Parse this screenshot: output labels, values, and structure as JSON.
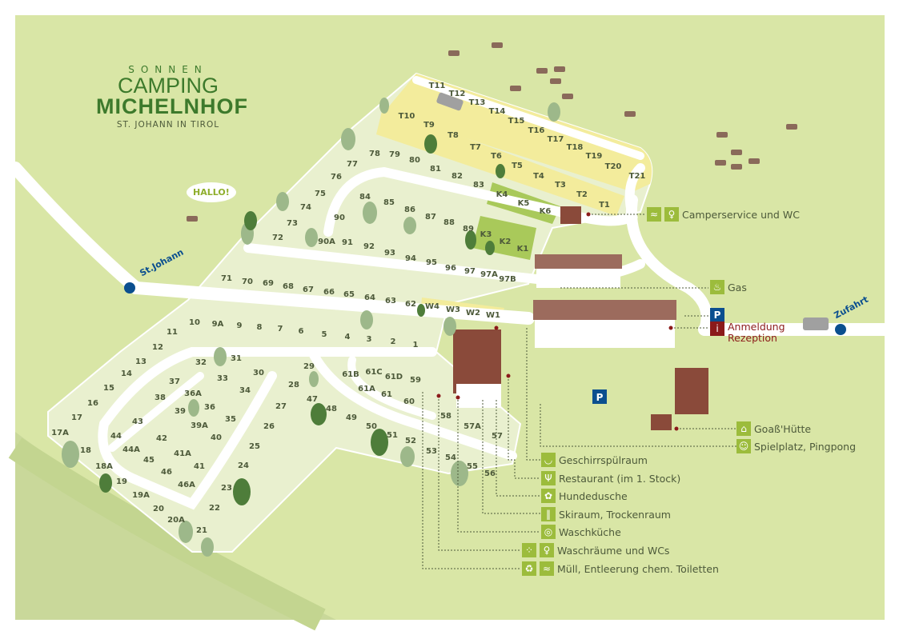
{
  "logo": {
    "sonnen": "SONNEN",
    "camping": "CAMPING",
    "michelnhof": "MICHELNHOF",
    "location": "ST. JOHANN IN TIROL"
  },
  "speech_bubble": "HALLO!",
  "places": {
    "st_johann": "St.Johann",
    "zufahrt": "Zufahrt"
  },
  "pitches": [
    "T11",
    "T12",
    "T13",
    "T14",
    "T15",
    "T16",
    "T17",
    "T18",
    "T19",
    "T20",
    "T21",
    "T10",
    "T9",
    "T8",
    "T7",
    "T6",
    "T5",
    "T4",
    "T3",
    "T2",
    "T1",
    "K4",
    "K5",
    "K6",
    "K3",
    "K2",
    "K1",
    "78",
    "79",
    "80",
    "81",
    "82",
    "83",
    "77",
    "76",
    "75",
    "74",
    "73",
    "72",
    "84",
    "85",
    "86",
    "87",
    "88",
    "89",
    "90",
    "90A",
    "91",
    "92",
    "93",
    "94",
    "95",
    "96",
    "97",
    "97A",
    "97B",
    "71",
    "70",
    "69",
    "68",
    "67",
    "66",
    "65",
    "64",
    "63",
    "62",
    "W4",
    "W3",
    "W2",
    "W1",
    "11",
    "10",
    "9A",
    "9",
    "8",
    "7",
    "6",
    "5",
    "4",
    "3",
    "2",
    "1",
    "12",
    "13",
    "14",
    "15",
    "16",
    "17",
    "17A",
    "18",
    "18A",
    "19",
    "19A",
    "20",
    "20A",
    "21",
    "22",
    "23",
    "24",
    "25",
    "26",
    "27",
    "28",
    "29",
    "32",
    "31",
    "30",
    "33",
    "34",
    "37",
    "36A",
    "36",
    "35",
    "38",
    "39",
    "39A",
    "40",
    "43",
    "42",
    "41A",
    "41",
    "44",
    "44A",
    "45",
    "46",
    "46A",
    "47",
    "48",
    "49",
    "50",
    "51",
    "52",
    "53",
    "54",
    "55",
    "56",
    "61B",
    "61C",
    "61D",
    "59",
    "61A",
    "61",
    "60",
    "58",
    "57A",
    "57"
  ],
  "legend": {
    "camperservice": "Camperservice und WC",
    "gas": "Gas",
    "parking": "P",
    "info": "i",
    "anmeldung": "Anmeldung",
    "rezeption": "Rezeption",
    "goass_huette": "Goaß'Hütte",
    "spielplatz": "Spielplatz, Pingpong",
    "geschirr": "Geschirrspülraum",
    "restaurant": "Restaurant (im 1. Stock)",
    "hundedusche": "Hundedusche",
    "skiraum": "Skiraum, Trockenraum",
    "waschkueche": "Waschküche",
    "waschraeume": "Waschräume und WCs",
    "muell": "Müll, Entleerung chem. Toiletten"
  },
  "colors": {
    "background": "#d9e6a6",
    "camp": "#e9f0cf",
    "tent_area": "#f3ec9c",
    "cabin_area": "#a9c95a",
    "accent": "#9cbc3c",
    "reception": "#8b1a1a",
    "parking": "#0b4f8f"
  }
}
